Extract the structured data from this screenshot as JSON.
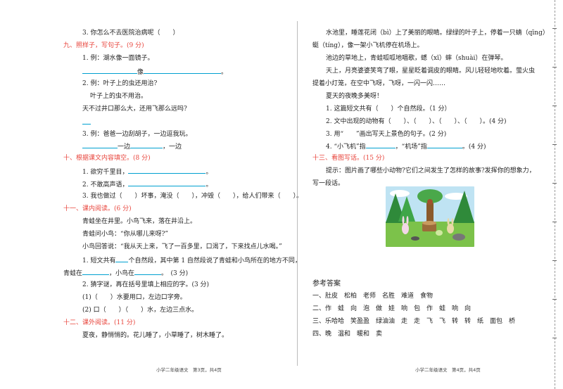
{
  "left": {
    "q3_line": "3. 你怎么不去医院治病呢（　　）",
    "s9_title": "九、照样子，写句子。(9 分)",
    "s9_ex1": "1. 例：湖水像一面镜子。",
    "s9_ex1_like": "像",
    "s9_ex1_end": "。",
    "s9_ex2": "2. 例：叶子上的虫还用治?",
    "s9_ex2_ans": "叶子上的虫不用治。",
    "s9_ex2_q": "天不过井口那么大，还用飞那么远吗?",
    "s9_ex3": "3. 例：爸爸一边刮胡子，一边逗我玩。",
    "s9_ex3_a": "一边",
    "s9_ex3_b": "，一边",
    "s10_title": "十、根据课文内容填空。(8 分)",
    "s10_q1": "1. 欲穷千里目，",
    "s10_q1_end": "。",
    "s10_q2": "2. 不敢高声语，",
    "s10_q2_end": "。",
    "s10_q3": "3. 我也做过（　　）坏事，淹没（　　），冲毁（　　），给人们带来（　　）。",
    "s11_title": "十一、课内阅读。(6 分)",
    "s11_p1": "青蛙坐在井里。小鸟飞来，落在井沿上。",
    "s11_p2": "青蛙问小鸟：“你从哪儿来呀?”",
    "s11_p3": "小鸟回答说：“我从天上来，飞了一百多里，口渴了，下来找点儿水喝。”",
    "s11_q1a": "1. 短文共有",
    "s11_q1b": "个自然段，其中第 1 自然段说了青蛙和小鸟所在的地方不同，",
    "s11_q1c": "青蛙在",
    "s11_q1d": "，小鸟在",
    "s11_q1e": "。　(3 分)",
    "s11_q2": "2. 猜字谜，再在括号里填上相应的字。(3 分)",
    "s11_q2_1": "(1)（　　）水要用口，左边口字旁。",
    "s11_q2_2": "(2) 口（　　）（　　）水，左边三点水。",
    "s12_title": "十二、课外阅读。(11 分)",
    "s12_p1": "夏夜，静悄悄的。花儿睡了，小草睡了，树木睡了。",
    "footer": "小学二年级语文　第3页，共4页"
  },
  "right": {
    "p1": "水池里，睡莲花闭（bì）上了美丽的眼睛。绿绿的叶子上，停着一只蜻（qīng）",
    "p2": "蜓（tíng），像一架小飞机停在机场上。",
    "p3": "池边的草地上，青蛙呱呱地唱歌，蟋（xī）蟀（shuài）在弹琴。",
    "p4": "天上，月亮婆婆笑弯了眼，星星眨着调皮的眼睛。风儿轻轻地吹着。萤火虫",
    "p5": "提着小灯笼，在空中飞呀，飞呀，一闪一闪……",
    "p6": "夏天的夜晚多美呀！",
    "q1": "1. 这篇短文共有（　　）个自然段。（1 分）",
    "q2": "2. 文中出现的动物有（　　）、（　　）、（　　）、（　　）。(4 分)",
    "q3": "3. 用“　　”画出写天上景色的句子。(2 分)",
    "q4a": "4. “小飞机”指",
    "q4b": "，“机场”指",
    "q4c": "。(4 分)",
    "s13_title": "十三、看图写话。(15 分)",
    "s13_p1": "提示：图片画了哪些小动物?它们之间发生了怎样的故事?发挥你的想象力，",
    "s13_p2": "写一段话。",
    "ans_title": "参考答案",
    "ans_1": "一、肚皮　松柏　老师　名胜　难道　食物",
    "ans_2": "二、作　蛙　向　泡　做　娃　响　包　作　蛙　响　向",
    "ans_3": "三、乐哈哈　笑盈盈　绿油油　走　走　飞　飞　转　转　纸　面包　桥",
    "ans_4": "四、晚　温和　暖和　卖",
    "footer": "小学二年级语文　第4页，共4页"
  },
  "colors": {
    "heading": "#e8453c",
    "blank": "#00a0d0"
  }
}
